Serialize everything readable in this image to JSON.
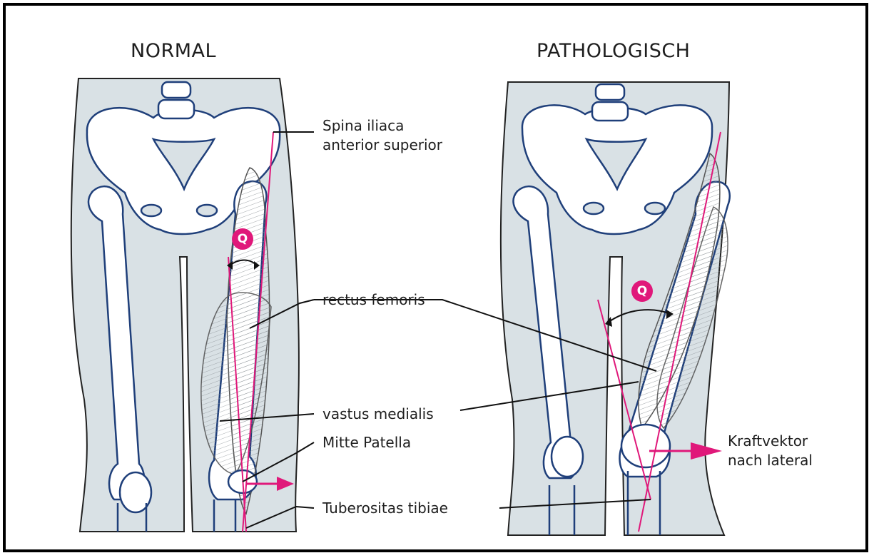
{
  "titles": {
    "left": "NORMAL",
    "right": "PATHOLOGISCH"
  },
  "labels": {
    "spina_line1": "Spina iliaca",
    "spina_line2": "anterior superior",
    "rectus": "rectus femoris",
    "vastus": "vastus medialis",
    "patella": "Mitte Patella",
    "tuberositas": "Tuberositas tibiae",
    "kraft_line1": "Kraftvektor",
    "kraft_line2": "nach lateral"
  },
  "q_angle_badge": "Q",
  "colors": {
    "accent": "#e0187a",
    "bone_outline": "#1f3f7a",
    "skin": "#d9e1e5",
    "muscle": "#c9cdd0"
  }
}
